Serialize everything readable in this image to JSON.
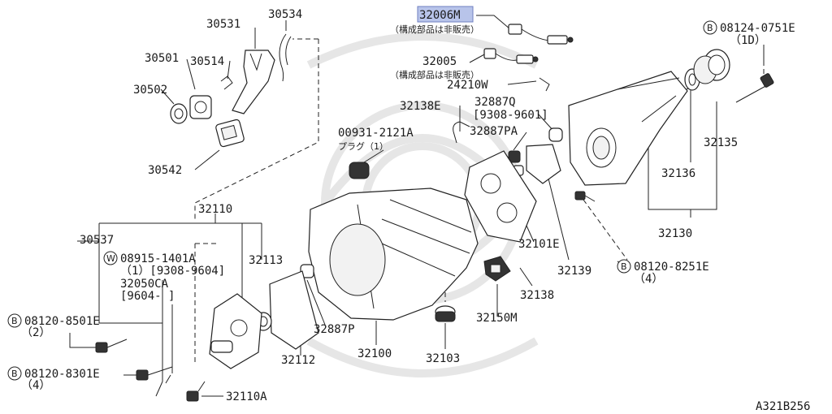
{
  "diagram_code": "A321B256",
  "highlighted_part": "32006M",
  "parts": [
    {
      "id": "p32006M",
      "number": "32006M",
      "note": "（構成部品は非販売）"
    },
    {
      "id": "p32005",
      "number": "32005",
      "note": "（構成部品は非販売）"
    },
    {
      "id": "p24210W",
      "number": "24210W"
    },
    {
      "id": "p08124",
      "prefix": "B",
      "number": "08124-0751E",
      "qty": "（1D）"
    },
    {
      "id": "p30534",
      "number": "30534"
    },
    {
      "id": "p30531",
      "number": "30531"
    },
    {
      "id": "p30501",
      "number": "30501"
    },
    {
      "id": "p30514",
      "number": "30514"
    },
    {
      "id": "p30502",
      "number": "30502"
    },
    {
      "id": "p30542",
      "number": "30542"
    },
    {
      "id": "p32138E",
      "number": "32138E"
    },
    {
      "id": "p32887Q",
      "number": "32887Q",
      "range": "[9308-9601]"
    },
    {
      "id": "p32887PA",
      "number": "32887PA"
    },
    {
      "id": "p00931",
      "number": "00931-2121A",
      "note": "プラグ（1）"
    },
    {
      "id": "p32135",
      "number": "32135"
    },
    {
      "id": "p32136",
      "number": "32136"
    },
    {
      "id": "p32130",
      "number": "32130"
    },
    {
      "id": "p32110",
      "number": "32110"
    },
    {
      "id": "p30537",
      "number": "30537"
    },
    {
      "id": "p08915",
      "prefix": "W",
      "number": "08915-1401A",
      "qty": "（1）[9308-9604]"
    },
    {
      "id": "p32050CA",
      "number": "32050CA",
      "range": "[9604-      ]"
    },
    {
      "id": "p32113",
      "number": "32113"
    },
    {
      "id": "p32101E",
      "number": "32101E"
    },
    {
      "id": "p32139",
      "number": "32139"
    },
    {
      "id": "p08120_8251",
      "prefix": "B",
      "number": "08120-8251E",
      "qty": "（4）"
    },
    {
      "id": "p08120_8501",
      "prefix": "B",
      "number": "08120-8501E",
      "qty": "（2）"
    },
    {
      "id": "p08120_8301",
      "prefix": "B",
      "number": "08120-8301E",
      "qty": "（4）"
    },
    {
      "id": "p32138",
      "number": "32138"
    },
    {
      "id": "p32150M",
      "number": "32150M"
    },
    {
      "id": "p32887P",
      "number": "32887P"
    },
    {
      "id": "p32112",
      "number": "32112"
    },
    {
      "id": "p32100",
      "number": "32100"
    },
    {
      "id": "p32103",
      "number": "32103"
    },
    {
      "id": "p32110A",
      "number": "32110A"
    }
  ]
}
